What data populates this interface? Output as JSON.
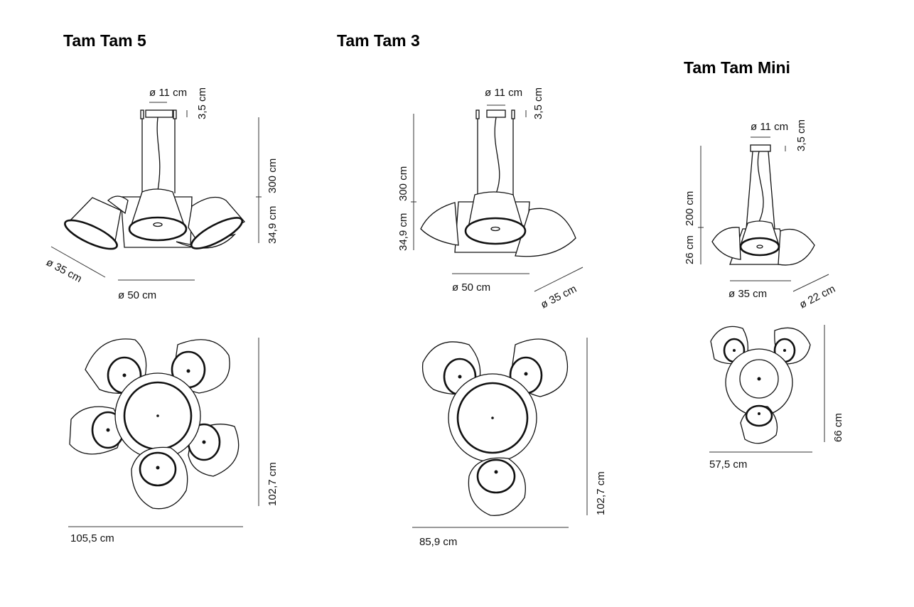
{
  "products": [
    {
      "title": "Tam Tam 5",
      "canopy_diameter": "ø 11 cm",
      "canopy_height": "3,5 cm",
      "cable_length": "300 cm",
      "fixture_height": "34,9 cm",
      "plate_diameter": "ø 50 cm",
      "shade_diameter": "ø 35 cm",
      "top_width": "105,5 cm",
      "top_depth": "102,7 cm"
    },
    {
      "title": "Tam Tam 3",
      "canopy_diameter": "ø 11 cm",
      "canopy_height": "3,5 cm",
      "cable_length": "300 cm",
      "fixture_height": "34,9 cm",
      "plate_diameter": "ø 50  cm",
      "shade_diameter": "ø 35 cm",
      "top_width": "85,9 cm",
      "top_depth": "102,7 cm"
    },
    {
      "title": "Tam Tam Mini",
      "canopy_diameter": "ø 11 cm",
      "canopy_height": "3,5 cm",
      "cable_length": "200 cm",
      "fixture_height": "26 cm",
      "plate_diameter": "ø 35 cm",
      "shade_diameter": "ø 22 cm",
      "top_width": "57,5 cm",
      "top_depth": "66 cm"
    }
  ]
}
